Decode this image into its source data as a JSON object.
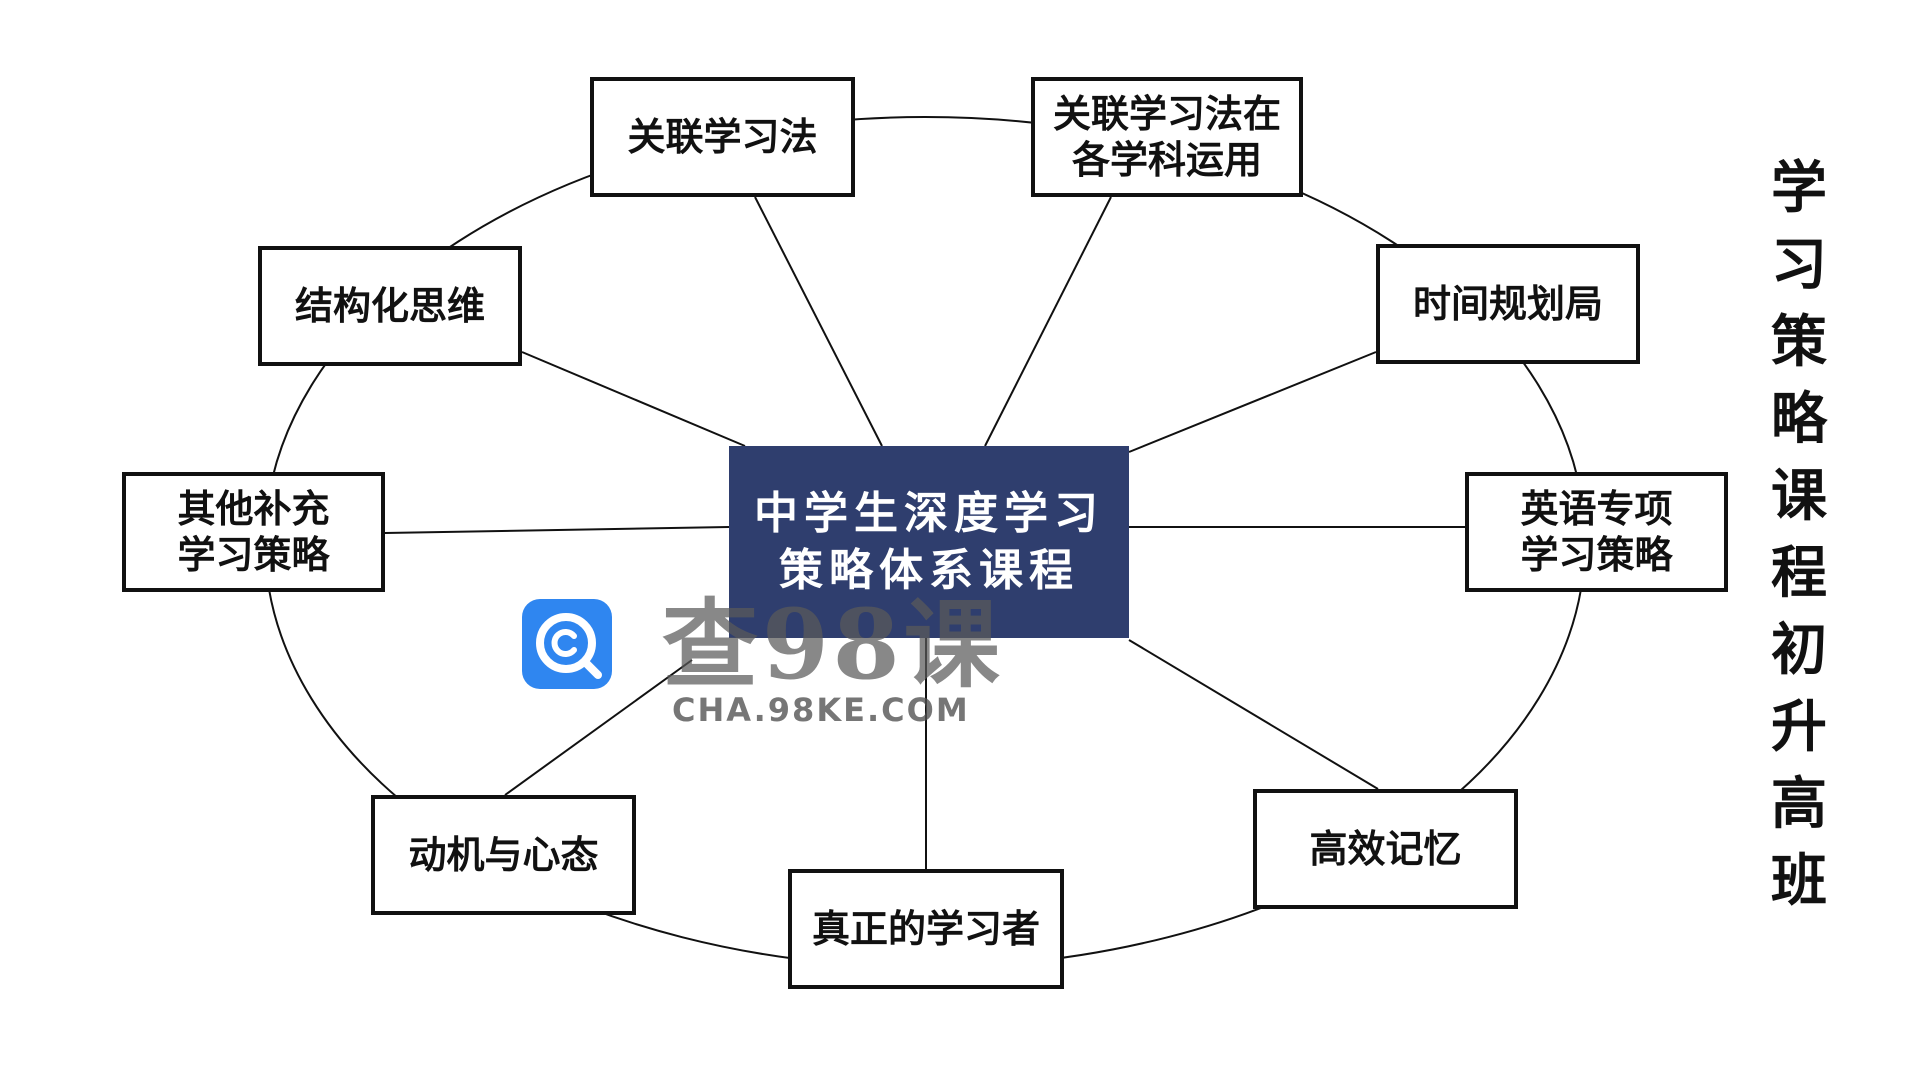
{
  "diagram": {
    "center": "中学生深度学习\n策略体系课程",
    "nodes": {
      "assoc": "关联学习法",
      "assoc_subjects": "关联学习法在\n各学科运用",
      "structured": "结构化思维",
      "time": "时间规划局",
      "other": "其他补充\n学习策略",
      "english": "英语专项\n学习策略",
      "motivation": "动机与心态",
      "memory": "高效记忆",
      "learner": "真正的学习者"
    },
    "side_title": [
      "学",
      "习",
      "策",
      "略",
      "课",
      "程",
      "初",
      "升",
      "高",
      "班"
    ]
  },
  "watermark": {
    "logo_icon": "magnifier-c-logo-icon",
    "text": "查98课",
    "url": "CHA.98KE.COM"
  },
  "colors": {
    "center_fill": "#2f3e6e",
    "logo_blue": "#2f86f0"
  }
}
